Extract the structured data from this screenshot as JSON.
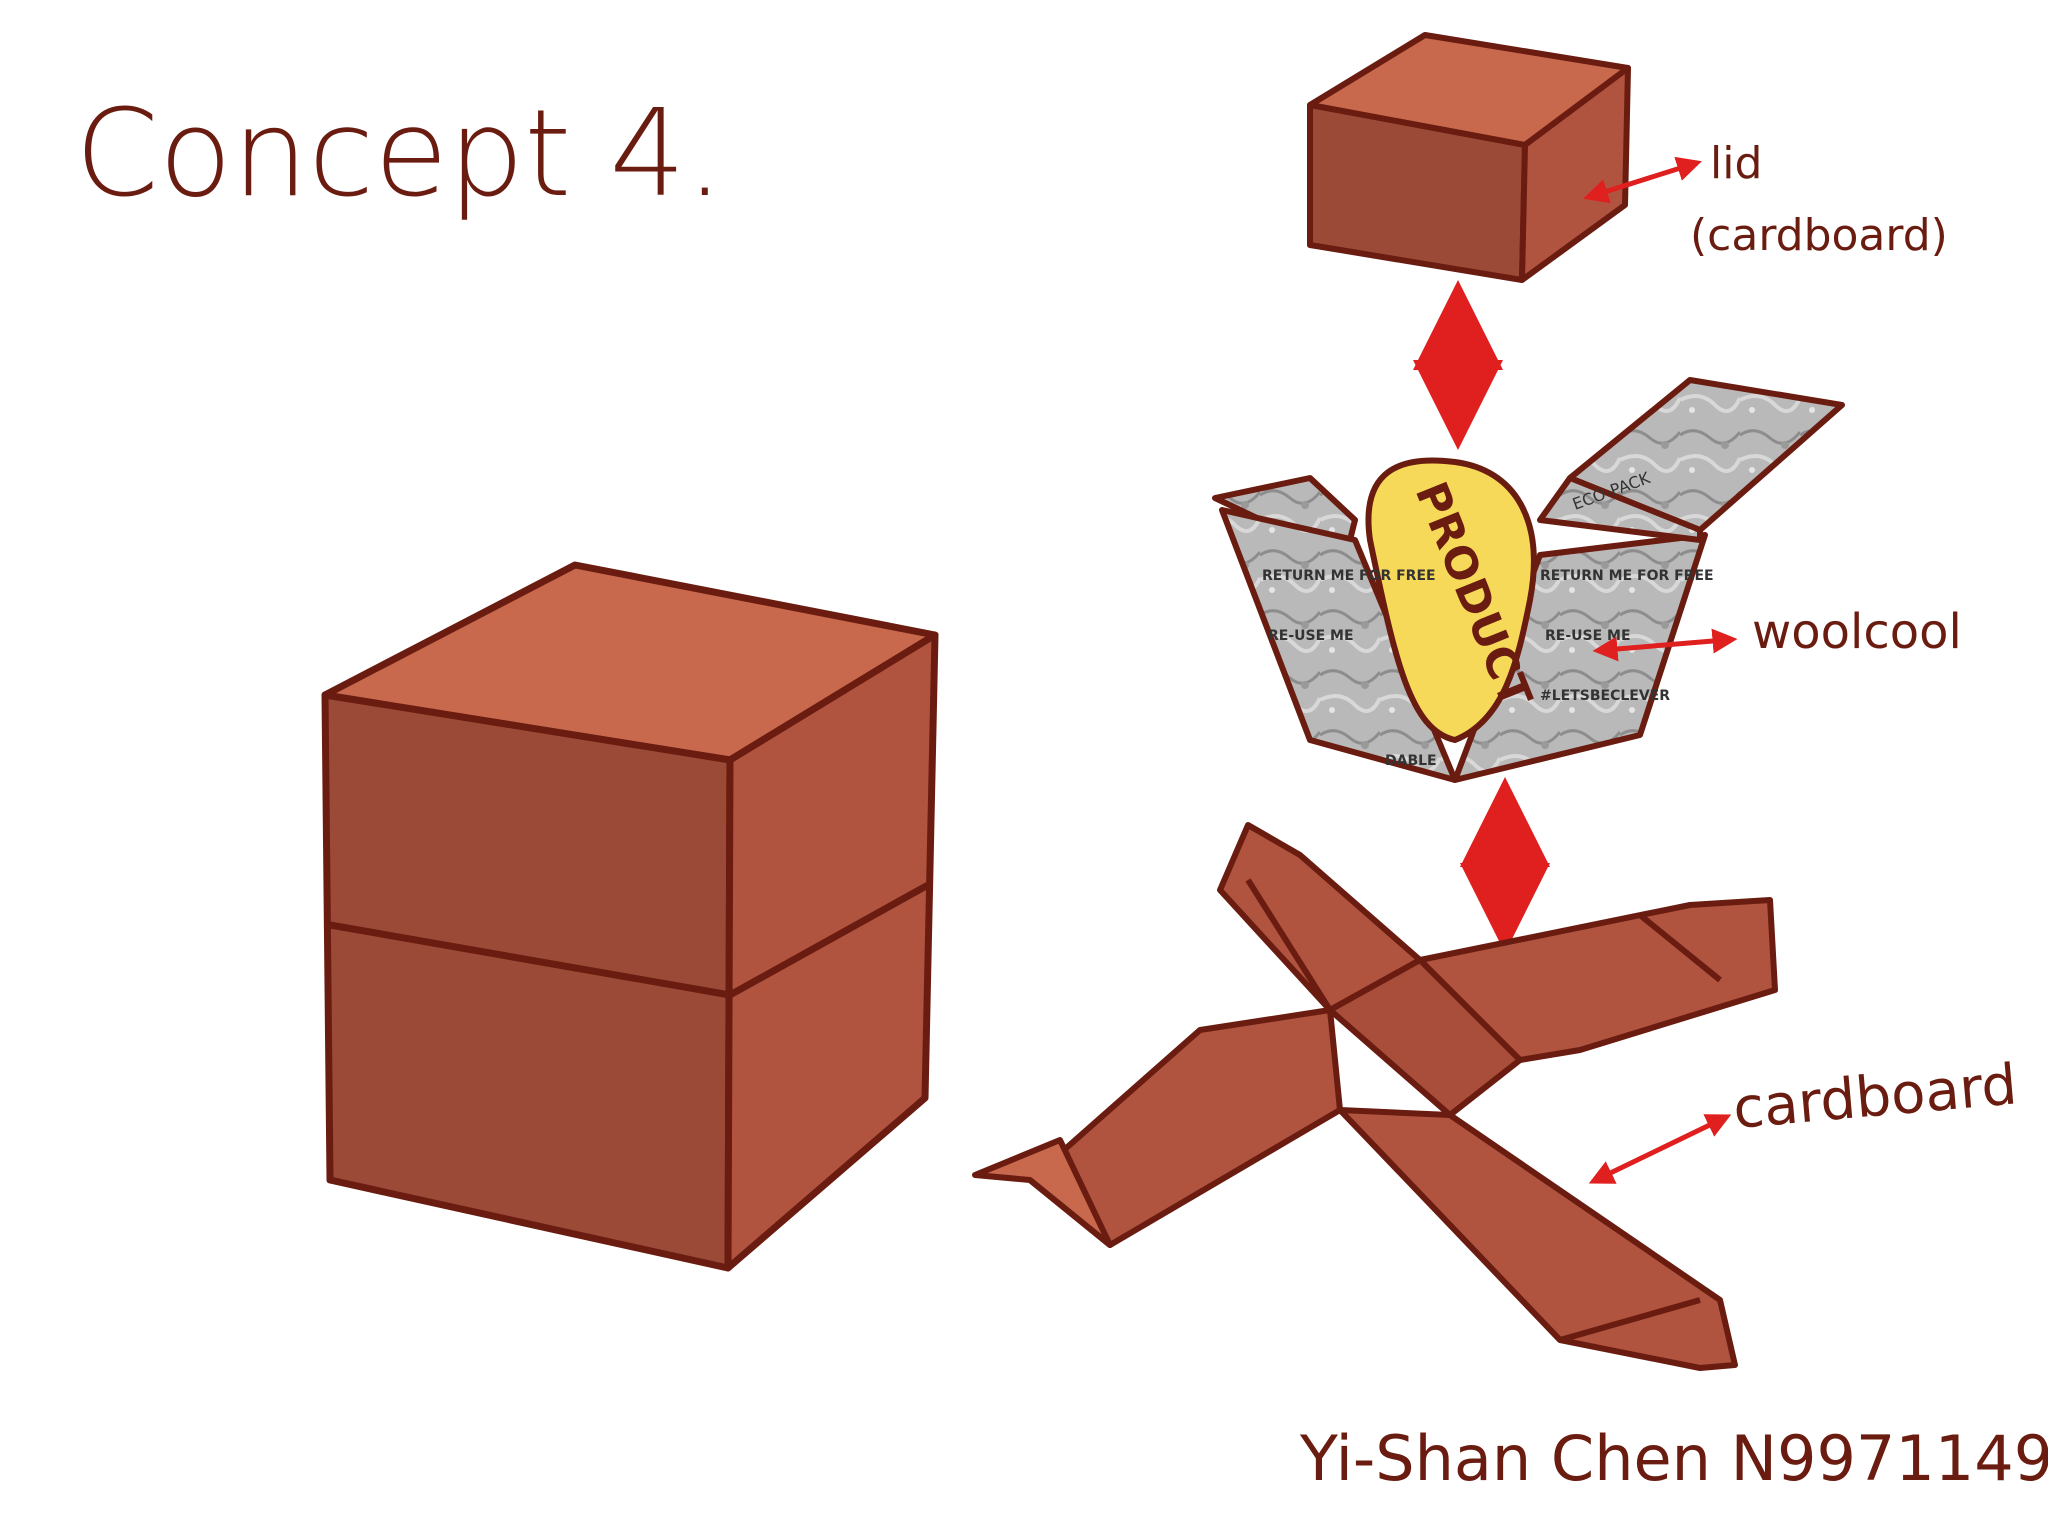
{
  "title": "Concept 4.",
  "labels": {
    "lid": "lid",
    "lid_material": "(cardboard)",
    "liner": "woolcool",
    "base": "cardboard",
    "product": "PRODUCT"
  },
  "liner_print": {
    "brand": "ECO-PACK",
    "line1": "RETURN ME FOR FREE",
    "line2": "RE-USE ME",
    "hashtag": "#LETSBECLEVER",
    "footer": "DABLE"
  },
  "signature": "Yi-Shan Chen N9971149",
  "colors": {
    "outline": "#6b1c10",
    "cardboard_front": "#9a4a36",
    "cardboard_side": "#b85a42",
    "cardboard_top": "#c8694d",
    "arrow": "#e01f1f",
    "product": "#f7d95a",
    "liner": "#b9b9b9"
  }
}
